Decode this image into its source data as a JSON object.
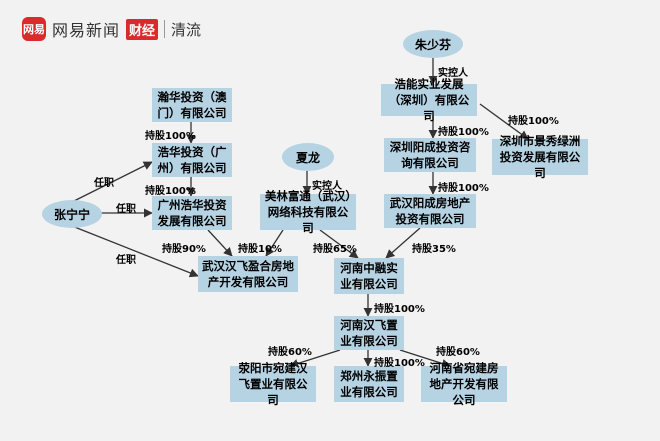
{
  "header": {
    "logo_glyph": "网易",
    "brand": "网易新闻",
    "tag": "财经",
    "sub": "清流"
  },
  "nodes": {
    "zhu_shaofen": "朱少芬",
    "xia_long": "夏龙",
    "zhang_ningning": "张宁宁",
    "hanhua_macau": "瀚华投资（澳门）有限公司",
    "haohua_gz": "浩华投资（广州）有限公司",
    "gz_haohua": "广州浩华投资发展有限公司",
    "wuhan_hanfei_yinghe": "武汉汉飞盈合房地产开发有限公司",
    "meilin_futong": "美林富通（武汉）网络科技有限公司",
    "haoneng_shenzhen": "浩能实业发展（深圳）有限公司",
    "shenzhen_yangcheng": "深圳阳成投资咨询有限公司",
    "wuhan_yangcheng": "武汉阳成房地产投资有限公司",
    "shenzhen_jingxiu": "深圳市景秀绿洲投资发展有限公司",
    "henan_zhongrong": "河南中融实业有限公司",
    "henan_hanfei": "河南汉飞置业有限公司",
    "xingyang_wanjian": "荥阳市宛建汉飞置业有限公司",
    "zhengzhou_yongzhen": "郑州永振置业有限公司",
    "henan_wanjian": "河南省宛建房地产开发有限公司"
  },
  "labels": {
    "control_zhu": "实控人",
    "control_xia": "实控人",
    "role1": "任职",
    "role2": "任职",
    "role3": "任职",
    "s_hanhua_haohua": "持股100%",
    "s_haohua_gz": "持股100%",
    "s_gz_wuhan": "持股90%",
    "s_meilin_wuhan": "持股10%",
    "s_meilin_henan": "持股65%",
    "s_haoneng_sz": "持股100%",
    "s_haoneng_jingxiu": "持股100%",
    "s_sz_wuhanyc": "持股100%",
    "s_wuhanyc_henan": "持股35%",
    "s_henan_hanfei": "持股100%",
    "s_hanfei_xingyang": "持股60%",
    "s_hanfei_zhengzhou": "持股100%",
    "s_hanfei_henanwj": "持股60%"
  },
  "colors": {
    "background": "#f2f2f2",
    "box_fill": "#b6d3e4",
    "brand_red": "#d92b2b",
    "line": "#333333"
  }
}
